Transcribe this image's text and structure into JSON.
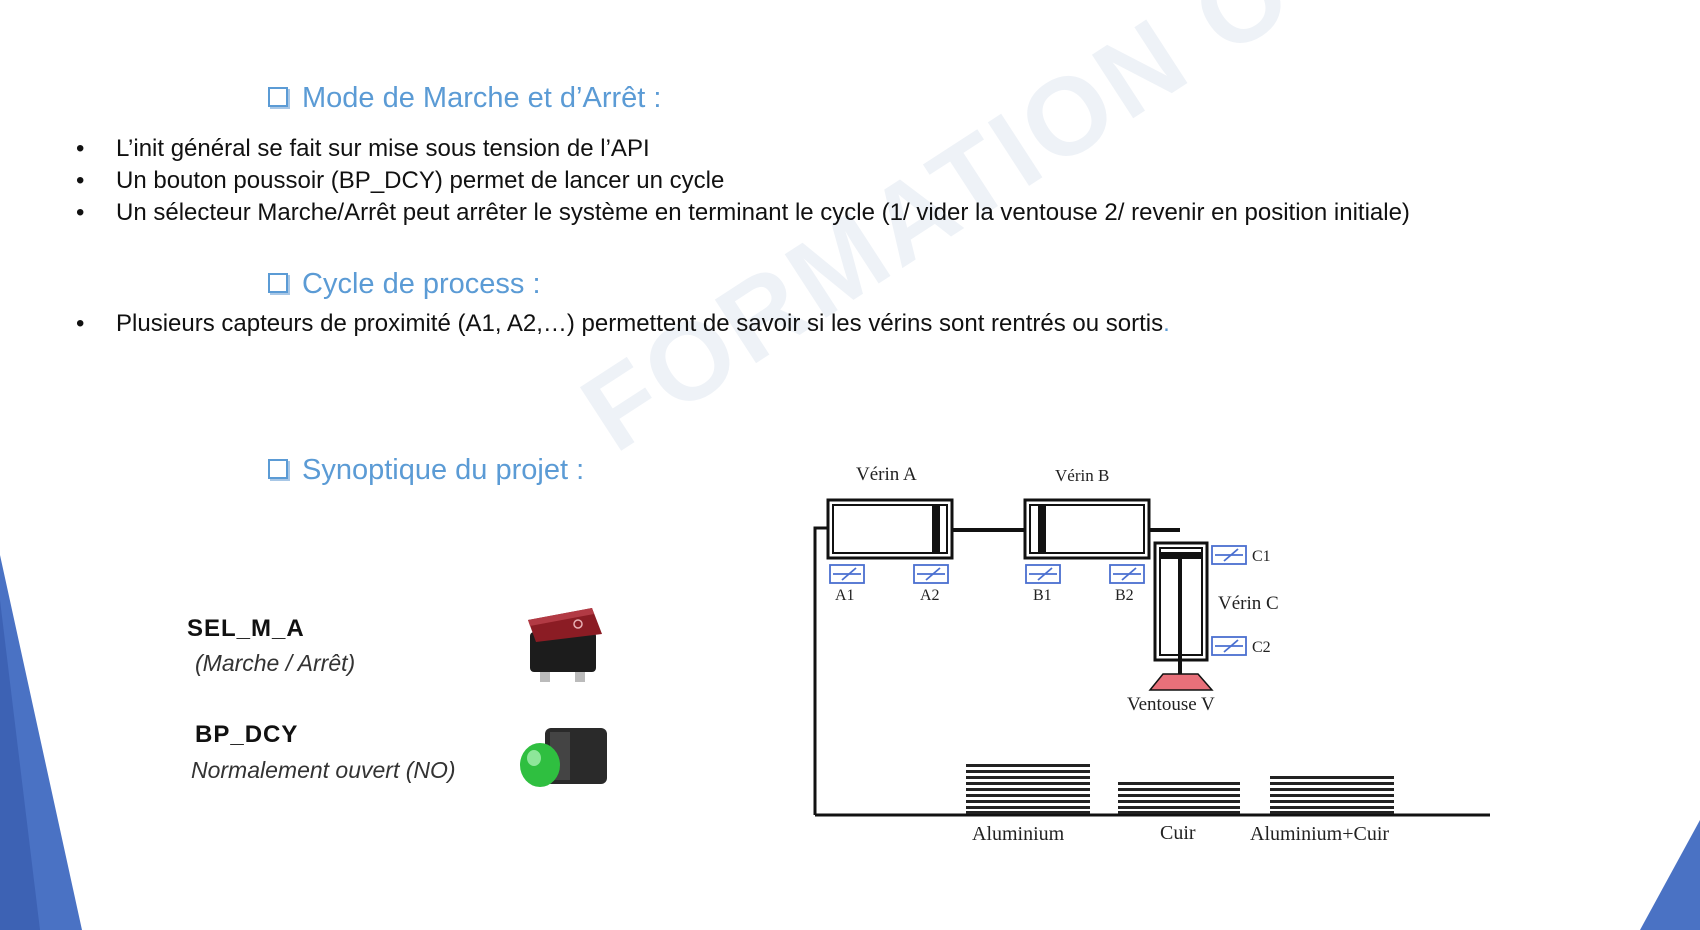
{
  "sections": {
    "mode": {
      "title": "Mode de Marche et d’Arrêt :",
      "bullets": [
        "L’init général se fait sur mise sous tension de l’API",
        "Un bouton poussoir (BP_DCY) permet de lancer un cycle",
        "Un sélecteur Marche/Arrêt peut arrêter le système en terminant le cycle (1/ vider la ventouse 2/ revenir en position initiale)"
      ]
    },
    "cycle": {
      "title": "Cycle de process :",
      "bullets": [
        "Plusieurs capteurs de proximité (A1, A2,…) permettent de savoir si les vérins sont rentrés ou sortis"
      ],
      "trailing_dot": "."
    },
    "synoptic": {
      "title": "Synoptique du projet :"
    }
  },
  "watermark": "FORMATION OUEST",
  "controls": {
    "selector": {
      "name": "SEL_M_A",
      "description": "(Marche / Arrêt)",
      "icon": "rocker-switch-icon",
      "color": "#8b1c24"
    },
    "button": {
      "name": "BP_DCY",
      "description": "Normalement ouvert (NO)",
      "icon": "green-push-button-icon",
      "color": "#2fbf40"
    }
  },
  "diagram": {
    "cylinder_a": "Vérin A",
    "cylinder_b": "Vérin B",
    "cylinder_c": "Vérin C",
    "suction_cup": "Ventouse V",
    "sensors": [
      "A1",
      "A2",
      "B1",
      "B2",
      "C1",
      "C2"
    ],
    "stacks": [
      "Aluminium",
      "Cuir",
      "Aluminium+Cuir"
    ],
    "accent_color": "#e8707a",
    "sensor_color": "#4a6fd0"
  },
  "colors": {
    "title": "#5b9bd5",
    "corner_decoration": "#4a72c4"
  }
}
